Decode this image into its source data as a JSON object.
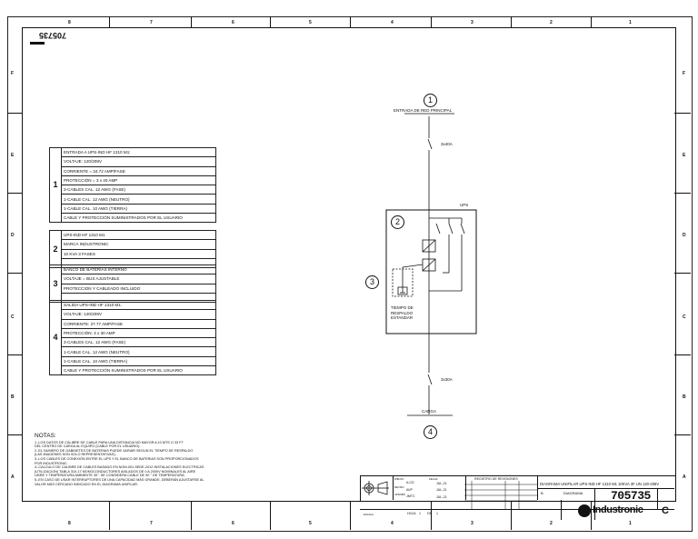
{
  "drawing_number": "705735",
  "zones_top": [
    "8",
    "7",
    "6",
    "5",
    "4",
    "3",
    "2",
    "1"
  ],
  "zones_side": [
    "F",
    "E",
    "D",
    "C",
    "B",
    "A"
  ],
  "sections": [
    {
      "num": "1",
      "rows": [
        "ENTRADA A UPS-IND HF 1310 M1:",
        "VOLTAJE: 120/208V",
        "CORRIENTE = 34.72 AMP/FASE",
        "PROTECCIÓN =  3 x 40 AMP",
        "3-CABLES CAL. 12 AWG (FASE)",
        "1-CABLE CAL. 12 AWG (NEUTRO)",
        "1-CABLE CAL. 10 AWG (TIERRA)",
        "CABLE Y PROTECCIÓN SUMINISTRADOS POR EL USUARIO"
      ]
    },
    {
      "num": "2",
      "rows": [
        "UPS-IND HF 1310 M1",
        "MARCA INDUSTRONIC",
        "10 KVA 3 FASES"
      ]
    },
    {
      "num": "3",
      "rows": [
        "BANCO DE BATERIAS INTERNO",
        "VOLTAJE = BUS AJUSTABLE",
        "PROTECCION Y CABLEADO INCLUIDO"
      ]
    },
    {
      "num": "4",
      "rows": [
        "SALIDA UPS-IND HF 1310 M1:",
        "VOLTAJE: 120/208V",
        "CORRIENTE: 27.77 AMP/FASE",
        "PROTECCIÓN:  3 x 30 AMP",
        "3-CABLES CAL. 12 AWG (FASE)",
        "1-CABLE CAL. 12 AWG (NEUTRO)",
        "1-CABLE CAL. 10 AWG (TIERRA)",
        "CABLE Y PROTECCIÓN SUMINISTRADOS POR EL USUARIO"
      ]
    }
  ],
  "notes": {
    "title": "NOTAS:",
    "items": [
      "1.-LOS DATOS DE CALIBRE DE CABLE PARA UNA DISTANCIA NO MAYOR A 10 MTS O 33 FT",
      "   DEL CENTRO DE CARGA AL EQUIPO (CABLE POR EL USUARIO).",
      "2.-EL NUMERO DE GABINETES DE BATERIAS PUEDE VARIAR SEGUN EL TIEMPO DE RESPALDO",
      "   (LAS IMAGENES SON SOLO REPRESENTATIVAS).",
      "3.-LOS CABLES DE CONEXIÓN ENTRE EL UPS Y EL BANCO DE BATERIAS SON PROPORCIONADOS",
      "   POR INDUSTRONIC.",
      "4.-CALCULO DE CALIBRE DE CABLES BASADO EN NOM-001-SEDE-2012 INSTALACIONES ELECTRICAS",
      "   (UTILIZACION) TABLA 310-17 MONOCONDUCTORES AISLADOS DE 0 A 2000V NOMINALES AL AIRE",
      "   LIBRE Y TEMPERATURA AMBIENTE 30°. SE CONSIDERA CABLE DE 90 ° DE TEMPERATURA.",
      "5.-EN CASO DE USAR INTERRUPTORES DE UNA CAPACIDAD MÁS GRANDE, DEBERÁN AJUSTARSE AL",
      "   VALOR MÁS CERCANO INDICADO EN EL DIAGRAMA UNIFILAR."
    ]
  },
  "diagram": {
    "node1": "1",
    "entrada": "ENTRADA DE RED PRINCIPAL",
    "breaker_in": "3x40A",
    "ups_label": "UPS",
    "node2": "2",
    "node3": "3",
    "tiempo": [
      "TIEMPO DE",
      "RESPALDO",
      "ESTANDAR"
    ],
    "breaker_out": "3x30A",
    "carga": "CARGA",
    "node4": "4"
  },
  "titleblock": {
    "dibujo_label": "DIBUJO",
    "dibujo": "A.CD",
    "fecha_label": "FECHA",
    "fecha1": "JUL-21",
    "reviso_label": "REVISO",
    "reviso": "AVP",
    "fecha2": "JUL-21",
    "aprobo_label": "APROBÓ",
    "aprobo": "JMTC",
    "fecha3": "JUL-21",
    "registro": "REGISTRO DE REVISIONES",
    "title": "DIAGRAMA UNIFILAR UPS-IND HF 1310 M1 10KVA 3F UN 120-208V",
    "tipo": "DIAGRAMA",
    "number": "705735",
    "rev": "C",
    "brand": "Industronic",
    "escala_label": "ESCALA",
    "hoja": "HOJA",
    "hoja_val": "1",
    "de": "DE",
    "de_val": "1",
    "small_label": "B"
  }
}
